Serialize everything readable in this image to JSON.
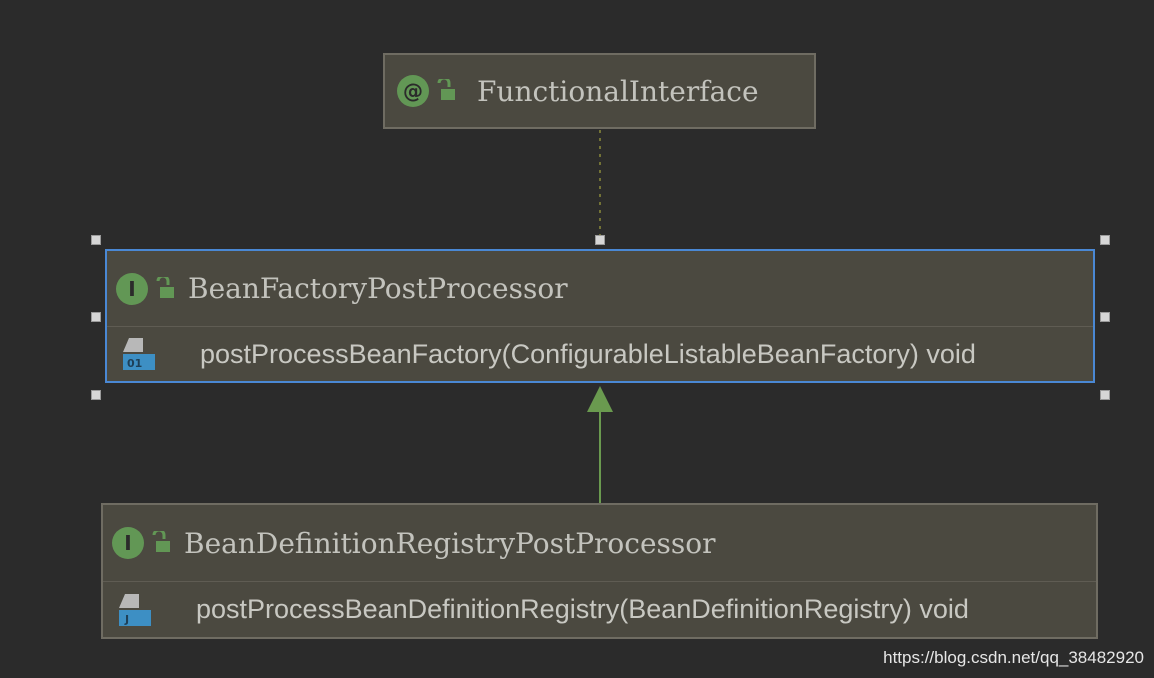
{
  "nodes": {
    "functional_interface": {
      "kind": "annotation",
      "badge": "@",
      "name": "FunctionalInterface"
    },
    "bean_factory_post_processor": {
      "kind": "interface",
      "badge": "I",
      "name": "BeanFactoryPostProcessor",
      "method": "postProcessBeanFactory(ConfigurableListableBeanFactory) void",
      "method_icon_label": "01",
      "selected": true
    },
    "bean_definition_registry_post_processor": {
      "kind": "interface",
      "badge": "I",
      "name": "BeanDefinitionRegistryPostProcessor",
      "method": "postProcessBeanDefinitionRegistry(BeanDefinitionRegistry) void",
      "method_icon_label": "J"
    }
  },
  "edges": [
    {
      "from": "bean_factory_post_processor",
      "to": "functional_interface",
      "style": "dotted",
      "relation": "annotated-by"
    },
    {
      "from": "bean_definition_registry_post_processor",
      "to": "bean_factory_post_processor",
      "style": "solid-arrow",
      "relation": "extends"
    }
  ],
  "watermark": "https://blog.csdn.net/qq_38482920",
  "colors": {
    "background": "#2b2b2b",
    "node_fill": "#4b4940",
    "node_border": "#6f6c62",
    "selection_border": "#4a88d4",
    "badge_green": "#629755",
    "edge_green": "#6a9a4f",
    "method_icon_blue": "#3d8fc4"
  }
}
